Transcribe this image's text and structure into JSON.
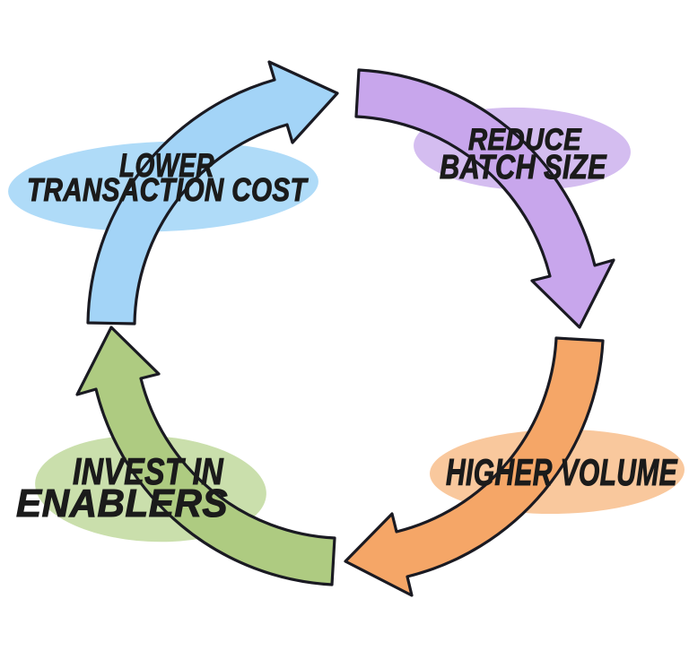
{
  "diagram": {
    "type": "cycle",
    "direction": "clockwise",
    "background_color": "#ffffff",
    "outline_color": "#1a1a22",
    "text_color": "#1b1b1b",
    "steps": [
      {
        "name": "lower-transaction-cost",
        "position": "top-left",
        "lines": [
          "LOWER",
          "TRANSACTION COST"
        ],
        "arrow_color": "#a3d4f7",
        "blob_color": "#afdbf8"
      },
      {
        "name": "reduce-batch-size",
        "position": "top-right",
        "lines": [
          "REDUCE",
          "BATCH SIZE"
        ],
        "arrow_color": "#c8a6ec",
        "blob_color": "#d4bdf0"
      },
      {
        "name": "higher-volume",
        "position": "bottom-right",
        "lines": [
          "HIGHER VOLUME"
        ],
        "arrow_color": "#f5a667",
        "blob_color": "#f9c89d"
      },
      {
        "name": "invest-in-enablers",
        "position": "bottom-left",
        "lines": [
          "INVEST IN",
          "ENABLERS"
        ],
        "arrow_color": "#aecb81",
        "blob_color": "#cadfac"
      }
    ]
  }
}
